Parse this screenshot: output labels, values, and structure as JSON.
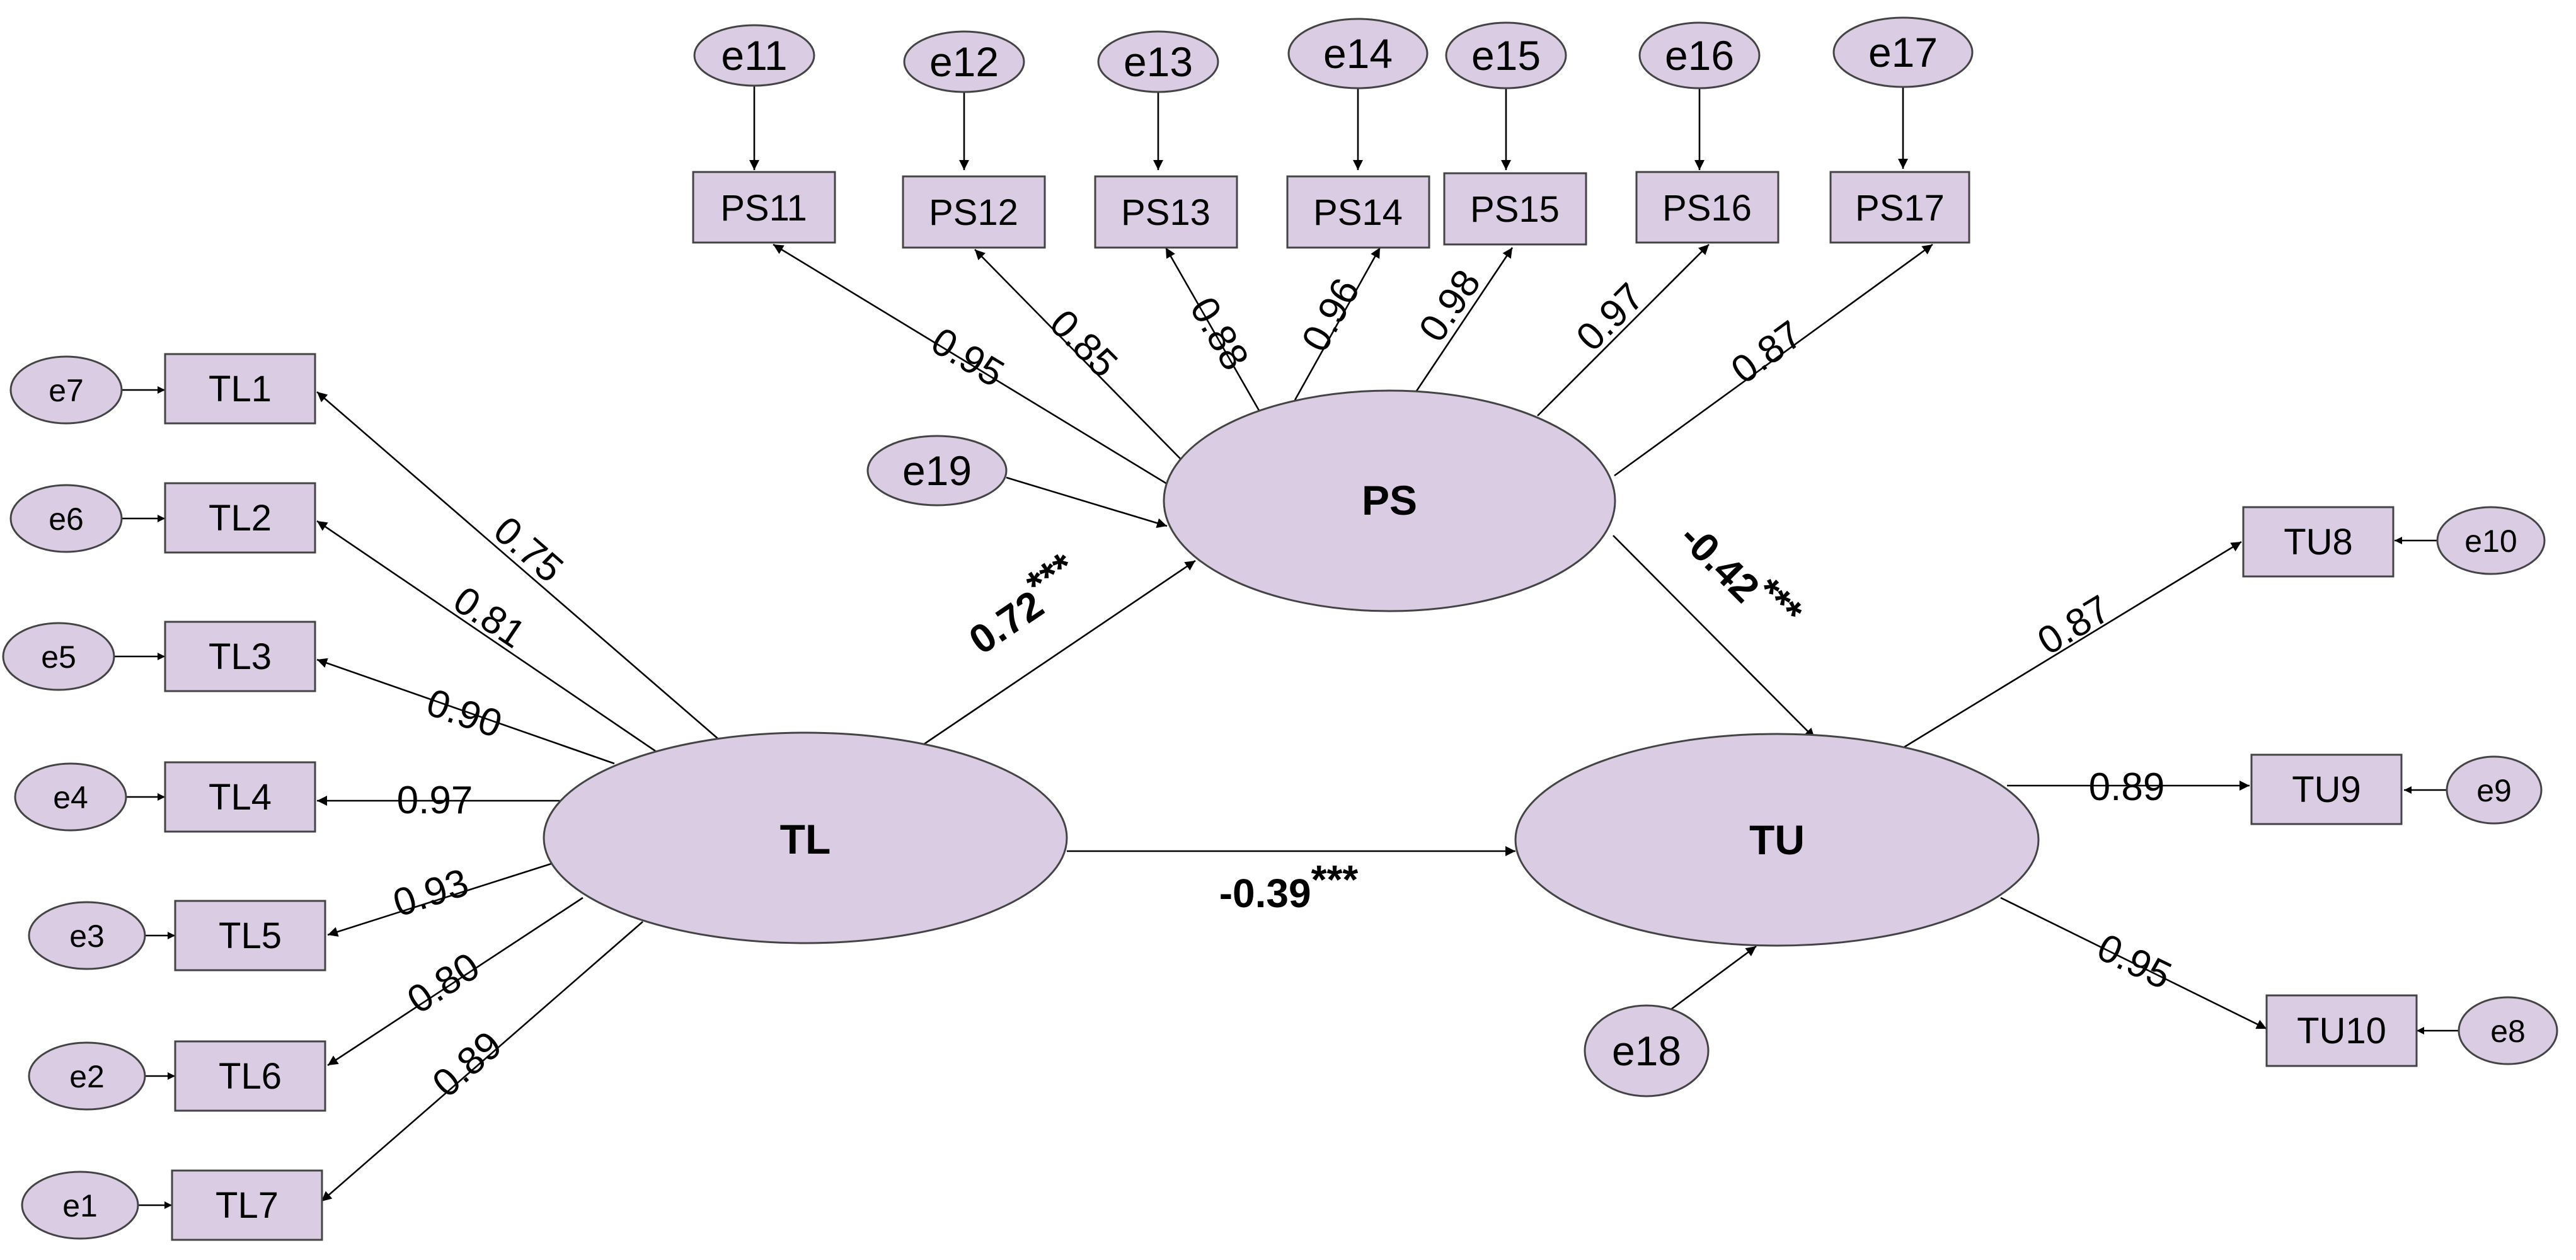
{
  "latents": {
    "TL": "TL",
    "PS": "PS",
    "TU": "TU"
  },
  "observed": {
    "TL1": "TL1",
    "TL2": "TL2",
    "TL3": "TL3",
    "TL4": "TL4",
    "TL5": "TL5",
    "TL6": "TL6",
    "TL7": "TL7",
    "PS11": "PS11",
    "PS12": "PS12",
    "PS13": "PS13",
    "PS14": "PS14",
    "PS15": "PS15",
    "PS16": "PS16",
    "PS17": "PS17",
    "TU8": "TU8",
    "TU9": "TU9",
    "TU10": "TU10"
  },
  "errors": {
    "e1": "e1",
    "e2": "e2",
    "e3": "e3",
    "e4": "e4",
    "e5": "e5",
    "e6": "e6",
    "e7": "e7",
    "e8": "e8",
    "e9": "e9",
    "e10": "e10",
    "e11": "e11",
    "e12": "e12",
    "e13": "e13",
    "e14": "e14",
    "e15": "e15",
    "e16": "e16",
    "e17": "e17",
    "e18": "e18",
    "e19": "e19"
  },
  "loadings": {
    "TL1": "0.75",
    "TL2": "0.81",
    "TL3": "0.90",
    "TL4": "0.97",
    "TL5": "0.93",
    "TL6": "0.80",
    "TL7": "0.89",
    "PS11": "0.95",
    "PS12": "0.85",
    "PS13": "0.88",
    "PS14": "0.96",
    "PS15": "0.98",
    "PS16": "0.97",
    "PS17": "0.87",
    "TU8": "0.87",
    "TU9": "0.89",
    "TU10": "0.95"
  },
  "paths": {
    "TL_PS": {
      "value": "0.72",
      "sig": "***"
    },
    "PS_TU": {
      "value": "-0.42",
      "sig": "***"
    },
    "TL_TU": {
      "value": "-0.39",
      "sig": "***"
    }
  },
  "colors": {
    "fill": "#d9cce3",
    "stroke": "#444444",
    "line": "#000000"
  }
}
